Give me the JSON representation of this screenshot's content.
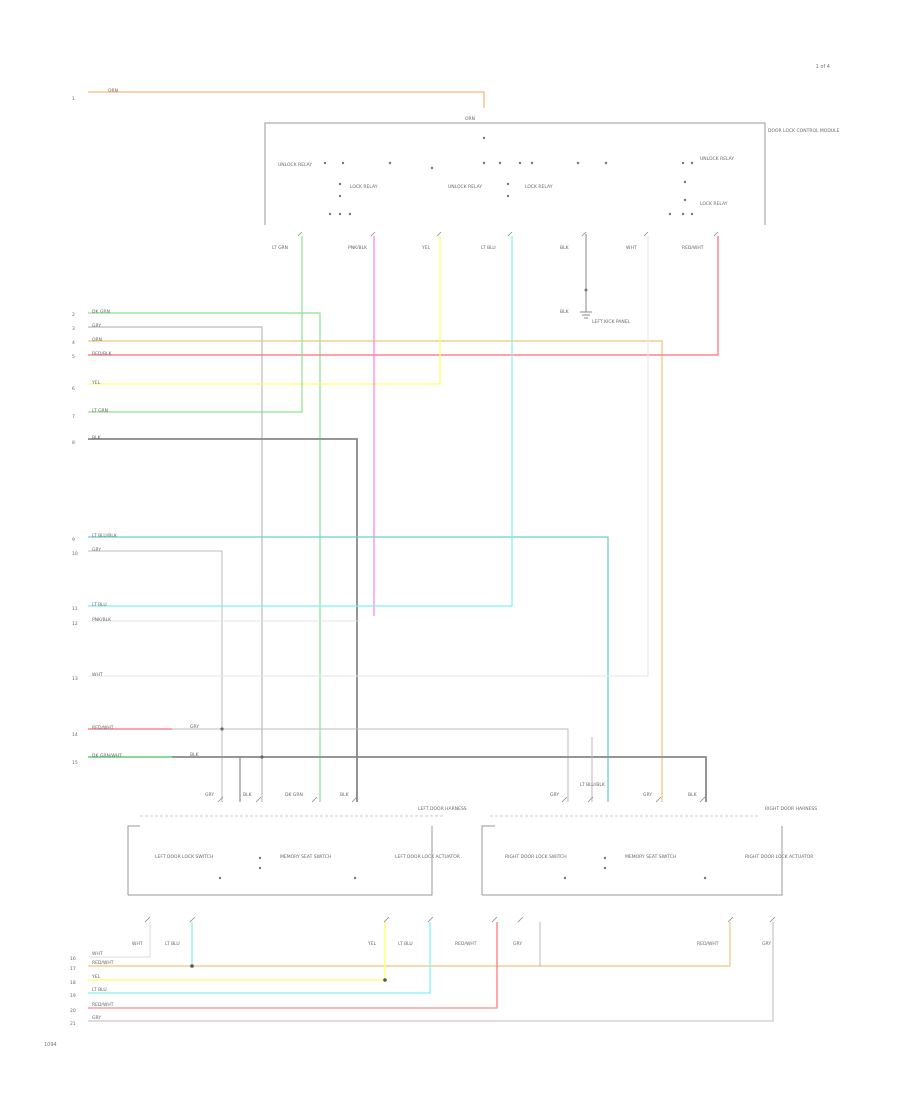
{
  "page_ref": "1 of 4",
  "footer_code": "1094",
  "colors": {
    "orn": "#f5b97a",
    "lt_grn": "#8ee08e",
    "pnk": "#ff7fe6",
    "yel": "#ffff66",
    "lt_blu": "#7ff0f0",
    "blk": "#888888",
    "tan": "#e8c880",
    "red": "#ff6a7a",
    "gray": "#bbbbbb",
    "grn": "#5ecf7a",
    "teal": "#6ad0d0"
  },
  "top_wire": {
    "number": "1",
    "label": "ORN"
  },
  "control_module": {
    "node": "ORN",
    "label": "DOOR LOCK CONTROL MODULE",
    "sections": [
      "UNLOCK RELAY",
      "LOCK RELAY",
      "UNLOCK RELAY",
      "LOCK RELAY",
      "UNLOCK RELAY",
      "LOCK RELAY"
    ],
    "outputs": [
      "LT GRN",
      "PNK/BLK",
      "YEL",
      "LT BLU",
      "BLK",
      "WHT",
      "RED/WHT"
    ]
  },
  "ground": {
    "wire": "BLK",
    "label": "LEFT KICK PANEL"
  },
  "left_wires": [
    {
      "number": "2",
      "label": "DK GRN"
    },
    {
      "number": "3",
      "label": "GRY"
    },
    {
      "number": "4",
      "label": "ORN"
    },
    {
      "number": "5",
      "label": "RED/BLK"
    },
    {
      "number": "6",
      "label": "YEL"
    },
    {
      "number": "7",
      "label": "LT GRN"
    },
    {
      "number": "8",
      "label": "BLK"
    },
    {
      "number": "9",
      "label": "LT BLU/BLK"
    },
    {
      "number": "10",
      "label": "GRY"
    },
    {
      "number": "11",
      "label": "LT BLU"
    },
    {
      "number": "12",
      "label": "PNK/BLK"
    },
    {
      "number": "13",
      "label": "WHT"
    },
    {
      "number": "14",
      "label": "RED/WHT"
    },
    {
      "number": "15",
      "label": "DK GRN/WHT"
    }
  ],
  "splice_labels": [
    "GRY",
    "BLK"
  ],
  "left_door": {
    "label": "LEFT DOOR HARNESS",
    "connectors": [
      "GRY",
      "BLK",
      "DK GRN",
      "BLK"
    ],
    "switch_left": "LEFT DOOR LOCK SWITCH",
    "switch_mid": "MEMORY SEAT SWITCH",
    "switch_right": "LEFT DOOR LOCK ACTUATOR",
    "pins": [
      "WHT",
      "LT BLU",
      "YEL",
      "LT BLU"
    ]
  },
  "right_door": {
    "label": "RIGHT DOOR HARNESS",
    "connectors": [
      "GRY",
      "LT BLU/BLK",
      "GRY",
      "BLK"
    ],
    "switch_left": "RIGHT DOOR LOCK SWITCH",
    "switch_mid": "MEMORY SEAT SWITCH",
    "switch_right": "RIGHT DOOR LOCK ACTUATOR",
    "pins": [
      "RED/WHT",
      "GRY",
      "RED/WHT",
      "GRY"
    ]
  },
  "bottom_wires": [
    {
      "number": "16",
      "label": "WHT"
    },
    {
      "number": "17",
      "label": "RED/WHT"
    },
    {
      "number": "18",
      "label": "YEL"
    },
    {
      "number": "19",
      "label": "LT BLU"
    },
    {
      "number": "20",
      "label": "RED/WHT"
    },
    {
      "number": "21",
      "label": "GRY"
    }
  ]
}
